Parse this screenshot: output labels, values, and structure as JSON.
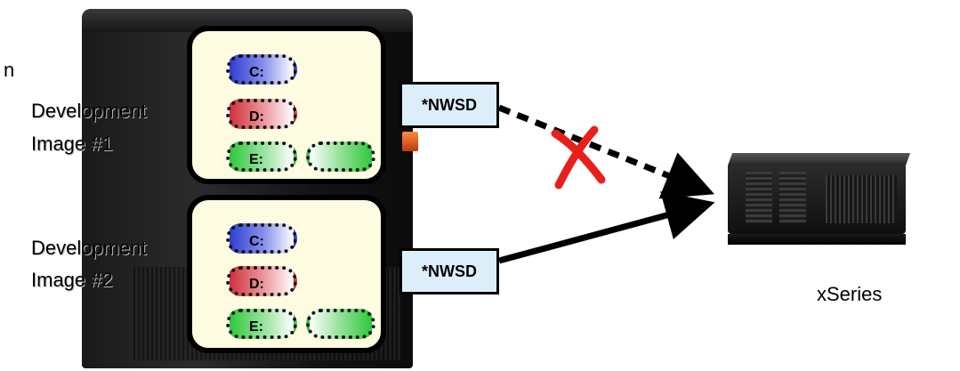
{
  "left_edge_fragment": "n",
  "partitions": [
    {
      "label_line1": "Development",
      "label_line2": "Image #1",
      "nwsd": "*NWSD",
      "drives": {
        "c": "C:",
        "d": "D:",
        "e": "E:"
      },
      "connection": "dashed-disconnected"
    },
    {
      "label_line1": "Development",
      "label_line2": "Image #2",
      "nwsd": "*NWSD",
      "drives": {
        "c": "C:",
        "d": "D:",
        "e": "E:"
      },
      "connection": "solid-connected"
    }
  ],
  "target": {
    "label": "xSeries",
    "icon": "rack-server-icon"
  },
  "colors": {
    "panel_fill": "#fdfce0",
    "nwsd_fill": "#ddeefb",
    "cross": "#e8201c"
  },
  "icons": {
    "host": "server-tower-icon",
    "disconnect": "red-x-icon"
  }
}
